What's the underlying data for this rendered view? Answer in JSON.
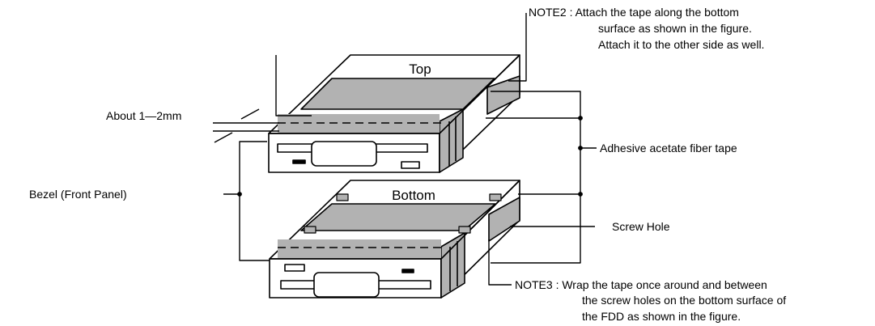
{
  "colors": {
    "stroke": "#000000",
    "tape": "#b2b2b2",
    "background": "#ffffff"
  },
  "labels": {
    "top": "Top",
    "bottom": "Bottom",
    "about": "About 1—2mm",
    "bezel": "Bezel (Front Panel)",
    "adhesive": "Adhesive acetate fiber tape",
    "screw_hole": "Screw Hole"
  },
  "note2": {
    "line1": "NOTE2 : Attach the tape along the bottom",
    "line2": "surface as shown in the figure.",
    "line3": "Attach it to the other side as well."
  },
  "note3": {
    "line1": "NOTE3 : Wrap the tape once around and between",
    "line2": "the screw holes on the bottom surface of",
    "line3": "the FDD as shown in the figure."
  }
}
